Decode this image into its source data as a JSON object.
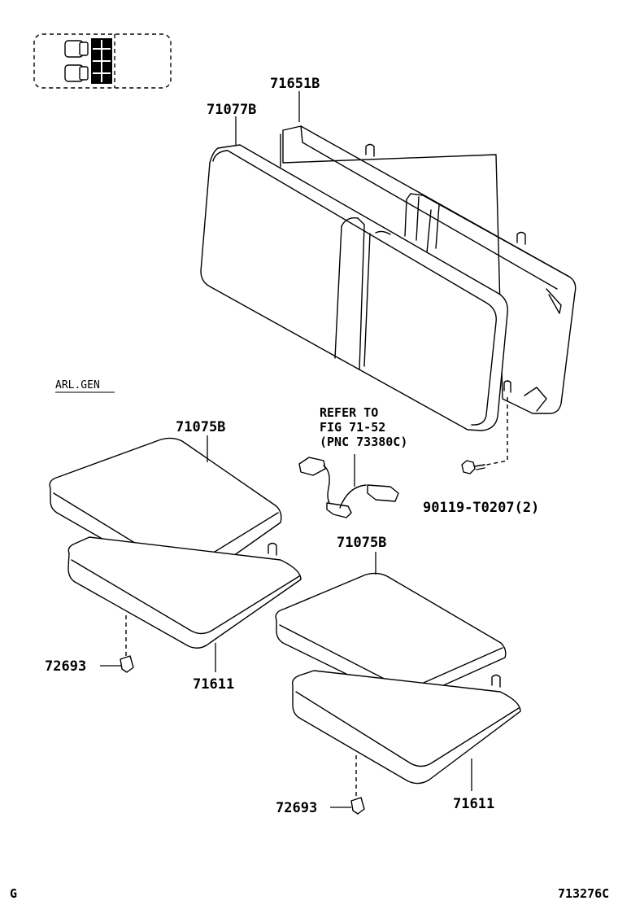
{
  "labels": {
    "backrest_cover": "71651B",
    "backrest_assembly": "71077B",
    "variant": "ARL.GEN",
    "refer_line1": "REFER TO",
    "refer_line2": "FIG 71-52",
    "refer_line3": "(PNC 73380C)",
    "bolt": "90119-T0207(2)",
    "cushion_left": "71075B",
    "cushion_right": "71075B",
    "pad_left": "71611",
    "pad_right": "71611",
    "clip_left": "72693",
    "clip_right": "72693",
    "page_letter": "G",
    "figure_code": "713276C"
  },
  "icons": {
    "locator": "vehicle-seat-locator-icon",
    "seatbelt": "seat-belt-buckle-icon",
    "bolt": "bolt-icon",
    "clip": "clip-icon"
  }
}
